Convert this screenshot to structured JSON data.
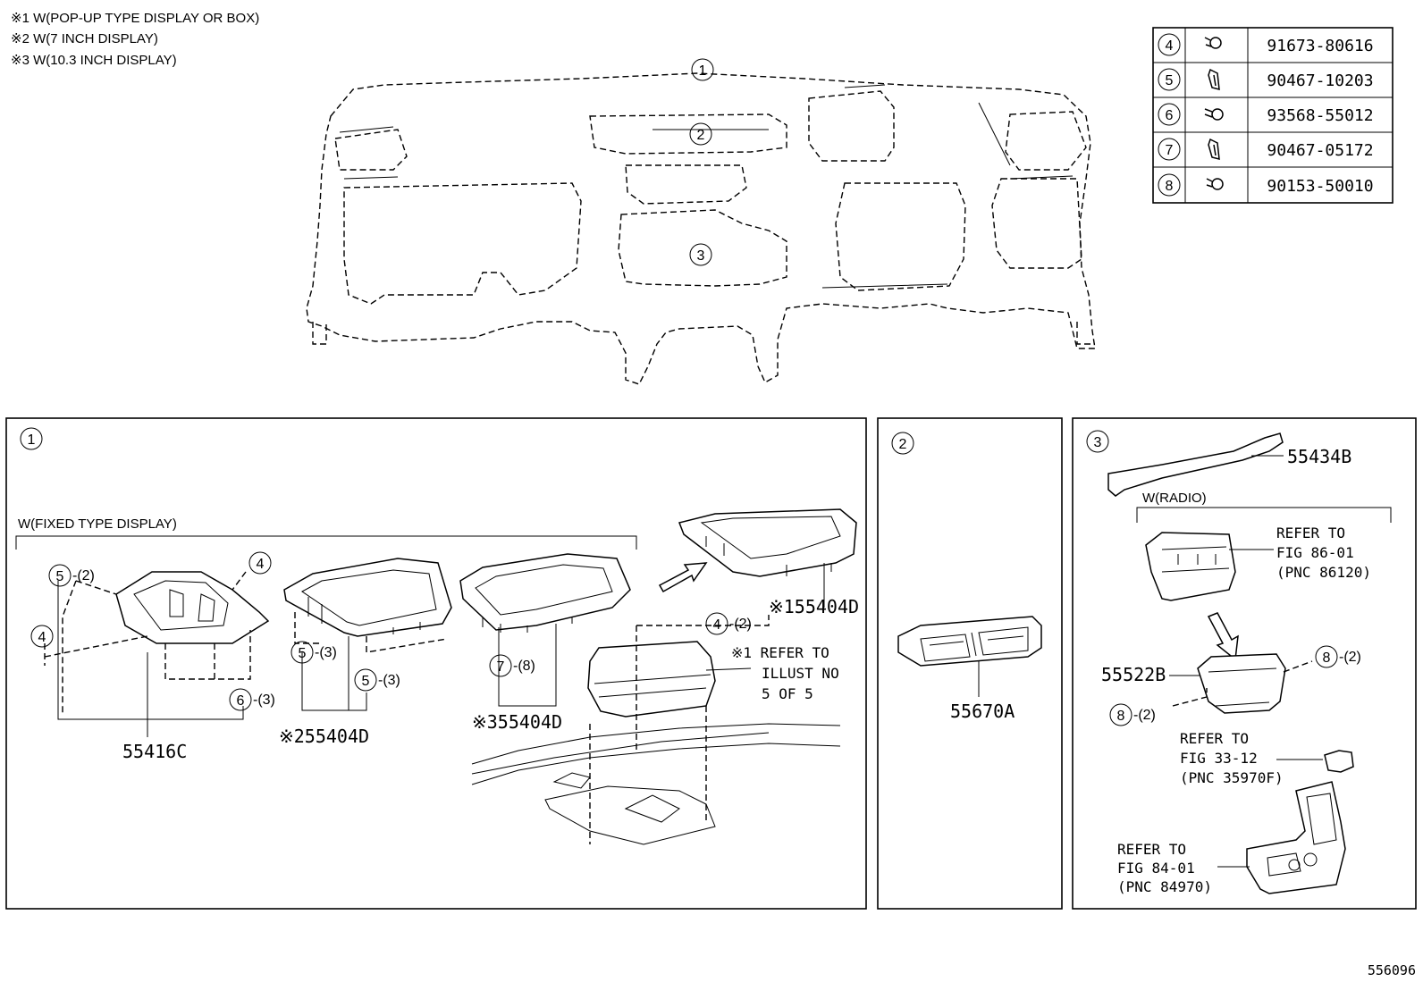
{
  "header_notes": [
    "※1 W(POP-UP TYPE DISPLAY OR BOX)",
    "※2 W(7 INCH DISPLAY)",
    "※3 W(10.3 INCH DISPLAY)"
  ],
  "fastener_table": [
    {
      "ref": "4",
      "part_no": "91673-80616",
      "icon": "bolt-icon"
    },
    {
      "ref": "5",
      "part_no": "90467-10203",
      "icon": "clip-icon"
    },
    {
      "ref": "6",
      "part_no": "93568-55012",
      "icon": "screw-icon"
    },
    {
      "ref": "7",
      "part_no": "90467-05172",
      "icon": "clip-icon"
    },
    {
      "ref": "8",
      "part_no": "90153-50010",
      "icon": "bolt-icon"
    }
  ],
  "overview": {
    "callouts": [
      "1",
      "2",
      "3"
    ]
  },
  "panel1": {
    "id": "1",
    "group_label": "W(FIXED TYPE DISPLAY)",
    "callouts": {
      "c5_2": "5",
      "q5_2": "-(2)",
      "c4_a": "4",
      "c4_b": "4",
      "c6": "6",
      "q6": "-(3)",
      "c5_3a": "5",
      "q5_3a": "-(3)",
      "c5_3b": "5",
      "q5_3b": "-(3)",
      "c7": "7",
      "q7": "-(8)",
      "c4_c": "4",
      "q4_c": "-(2)"
    },
    "parts": {
      "p55416c": "55416C",
      "p55404d_2": "※255404D",
      "p55404d_3": "※355404D",
      "p55404d_1": "※155404D"
    },
    "refer_lines": [
      "※1 REFER TO",
      "ILLUST NO",
      "5 OF 5"
    ]
  },
  "panel2": {
    "id": "2",
    "part": "55670A"
  },
  "panel3": {
    "id": "3",
    "part_top": "55434B",
    "group_label": "W(RADIO)",
    "refer1": [
      "REFER TO",
      "FIG 86-01",
      "(PNC 86120)"
    ],
    "part_mid": "55522B",
    "c8a": "8",
    "q8a": "-(2)",
    "c8b": "8",
    "q8b": "-(2)",
    "refer2": [
      "REFER TO",
      "FIG 33-12",
      "(PNC 35970F)"
    ],
    "refer3": [
      "REFER TO",
      "FIG 84-01",
      "(PNC 84970)"
    ]
  },
  "figure_id": "556096"
}
